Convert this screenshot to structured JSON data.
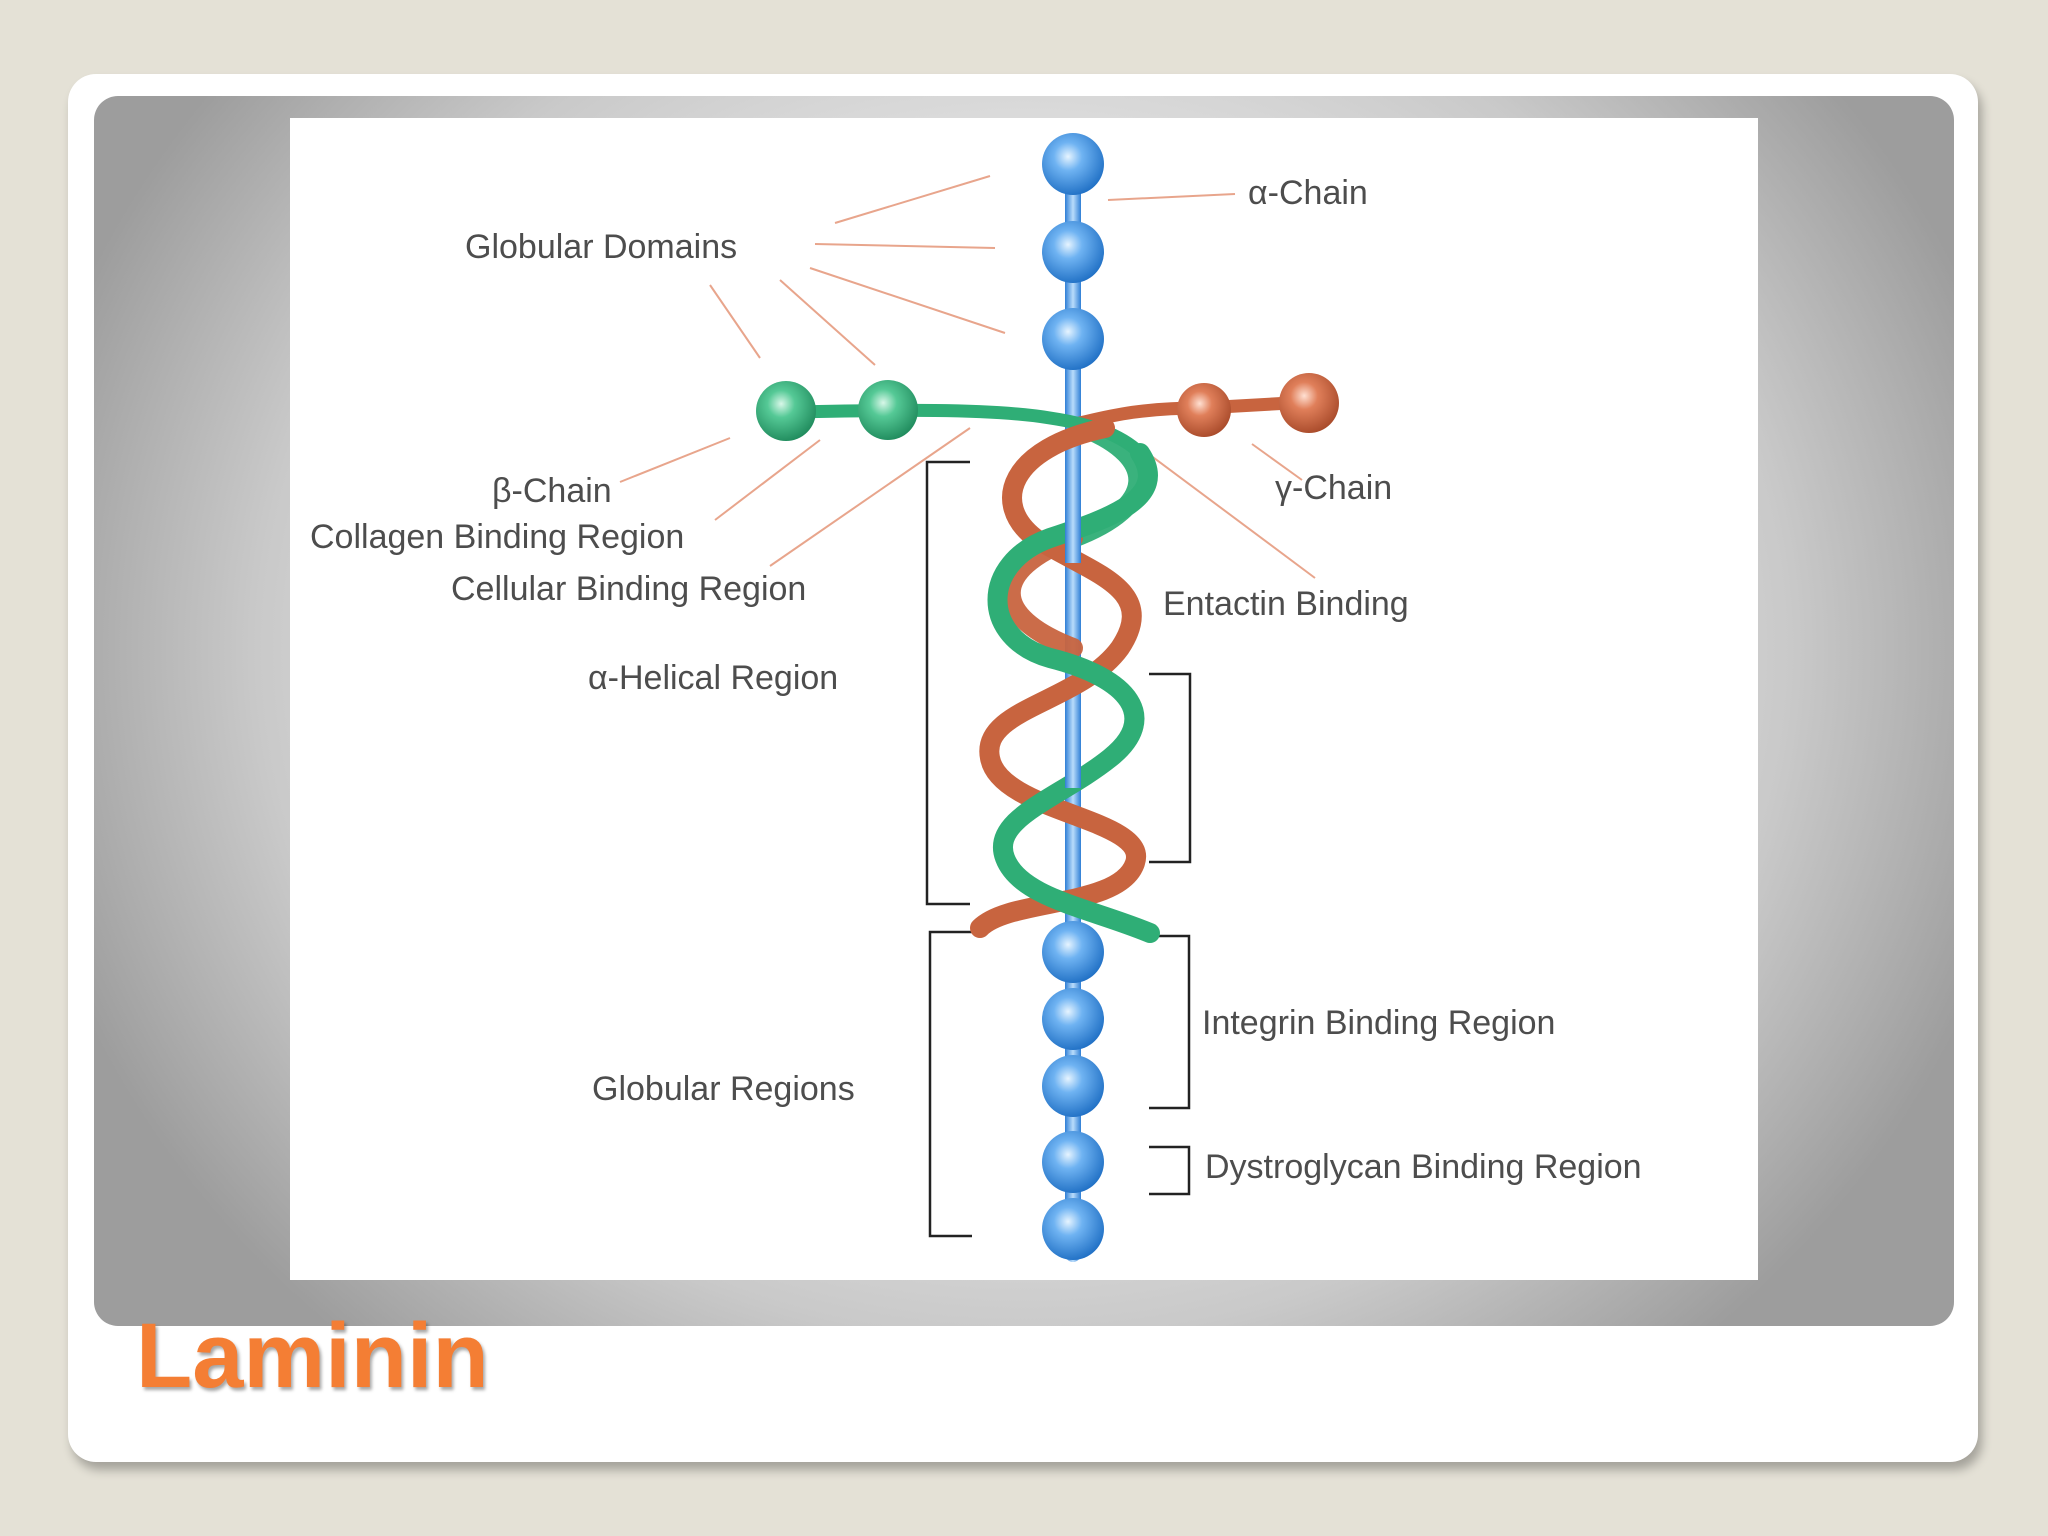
{
  "slide": {
    "title": "Laminin"
  },
  "diagram": {
    "labels": {
      "alpha_chain": "α-Chain",
      "globular_domains": "Globular Domains",
      "beta_chain": "β-Chain",
      "collagen_binding_region": "Collagen Binding Region",
      "cellular_binding_region": "Cellular Binding Region",
      "gamma_chain": "γ-Chain",
      "entactin_binding": "Entactin Binding",
      "alpha_helical_region": "α-Helical Region",
      "integrin_binding_region": "Integrin Binding Region",
      "globular_regions": "Globular Regions",
      "dystroglycan_binding_region": "Dystroglycan Binding Region"
    },
    "colors": {
      "alpha_chain": "#3d8fe0",
      "beta_chain": "#2fae76",
      "gamma_chain": "#c8643f",
      "leader_lines": "#e8a58c",
      "brackets": "#222222",
      "label_text": "#4d4d4d",
      "title": "#f47e34"
    }
  }
}
